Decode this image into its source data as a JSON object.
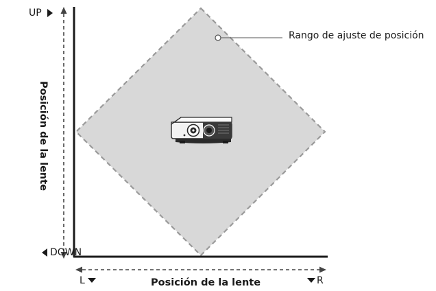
{
  "callout": {
    "label": "Rango de ajuste de posición"
  },
  "vertical_axis": {
    "title": "Posición de la lente",
    "top_label": "UP",
    "bottom_label": "DOWN"
  },
  "horizontal_axis": {
    "title": "Posición de la lente",
    "left_label": "L",
    "right_label": "R"
  },
  "colors": {
    "region_fill": "#d8d8d8",
    "region_border": "#9a9a9a",
    "axis": "#1a1a1a",
    "projector_body": "#f2f2f2"
  },
  "icons": {
    "device": "projector-icon",
    "arrow_up": "triangle-right-icon",
    "arrow_down": "triangle-left-icon",
    "arrow_left": "triangle-down-icon",
    "arrow_right": "triangle-down-icon"
  }
}
